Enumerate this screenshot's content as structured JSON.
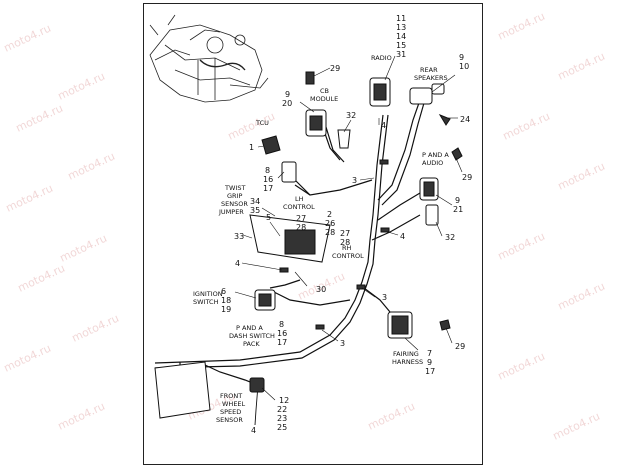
{
  "watermark": "moto4.ru",
  "labels": {
    "radio": "RADIO",
    "rear_speakers": [
      "REAR",
      "SPEAKERS"
    ],
    "cb_module": [
      "CB",
      "MODULE"
    ],
    "tcu": "TCU",
    "p_and_a_audio": [
      "P AND A",
      "AUDIO"
    ],
    "twist_grip": [
      "TWIST",
      "GRIP",
      "SENSOR",
      "JUMPER"
    ],
    "lh_control": [
      "LH",
      "CONTROL"
    ],
    "rh_control": [
      "RH",
      "CONTROL"
    ],
    "ignition_switch": [
      "IGNITION",
      "SWITCH"
    ],
    "dash_switch_pack": [
      "P AND A",
      "DASH SWITCH",
      "PACK"
    ],
    "fairing_harness": [
      "FAIRING",
      "HARNESS"
    ],
    "front_wheel_speed_sensor": [
      "FRONT",
      "WHEEL",
      "SPEED",
      "SENSOR"
    ]
  },
  "callouts": {
    "radio_nums": [
      "11",
      "13",
      "14",
      "15",
      "31"
    ],
    "rear_speakers_nums": [
      "9",
      "10"
    ],
    "c29_top": "29",
    "cb_nums": [
      "9",
      "20"
    ],
    "c32_top": "32",
    "c24": "24",
    "c4_radio": "4",
    "c1": "1",
    "tcu_nums": [
      "8",
      "16",
      "17"
    ],
    "c3_upper": "3",
    "c29_audio": "29",
    "audio_nums": [
      "9",
      "21"
    ],
    "c4_mid": "4",
    "c32_mid": "32",
    "twist_nums": [
      "34",
      "35"
    ],
    "c5": "5",
    "lh_nums": [
      "27",
      "28"
    ],
    "lh_right_nums": [
      "2",
      "26",
      "28"
    ],
    "rh_nums": [
      "27",
      "28"
    ],
    "c33": "33",
    "c4_left": "4",
    "ign_nums": [
      "6",
      "18",
      "19"
    ],
    "c30": "30",
    "c3_mid": "3",
    "dash_nums": [
      "8",
      "16",
      "17"
    ],
    "c3_low": "3",
    "c29_fairing": "29",
    "fairing_nums": [
      "7",
      "9",
      "17"
    ],
    "sensor_nums": [
      "12",
      "22",
      "23",
      "25"
    ],
    "c4_bottom": "4"
  }
}
